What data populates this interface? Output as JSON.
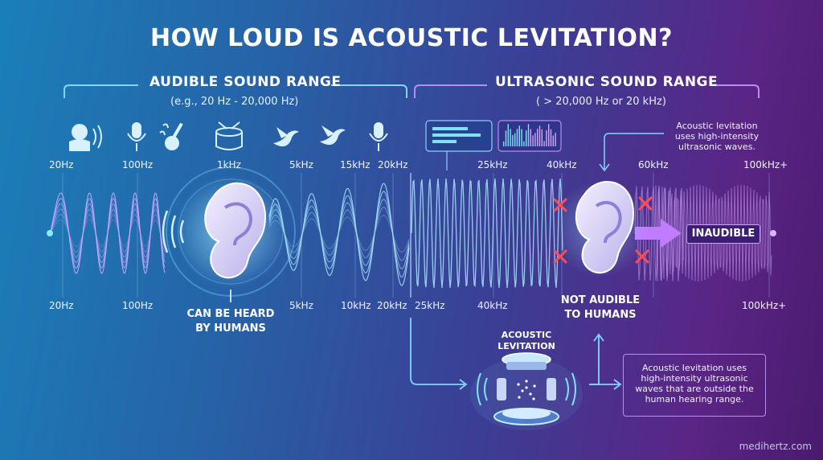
{
  "title": "HOW LOUD IS ACOUSTIC LEVITATION?",
  "audible": {
    "heading": "AUDIBLE SOUND RANGE",
    "subheading": "(e.g., 20 Hz - 20,000 Hz)",
    "top_ticks": [
      "20Hz",
      "100Hz",
      "1kHz",
      "5kHz",
      "15kHz",
      "20kHz"
    ],
    "bottom_ticks": [
      "20Hz",
      "100Hz",
      "5kHz",
      "10kHz",
      "20kHz"
    ],
    "caption": [
      "CAN BE HEARD",
      "BY HUMANS"
    ]
  },
  "ultrasonic": {
    "heading": "ULTRASONIC SOUND RANGE",
    "subheading": "( > 20,000 Hz or 20 kHz)",
    "top_ticks": [
      "25kHz",
      "40kHz",
      "60kHz",
      "100kHz+"
    ],
    "bottom_ticks": [
      "25kHz",
      "40kHz",
      "100kHz+"
    ],
    "caption": [
      "NOT AUDIBLE",
      "TO HUMANS"
    ],
    "inaudible_label": "INAUDIBLE",
    "note": [
      "Acoustic levitation",
      "uses high-intensity",
      "ultrasonic waves."
    ]
  },
  "levitation": {
    "label": [
      "ACOUSTIC",
      "LEVITATION"
    ],
    "note": [
      "Acoustic levitation uses",
      "high-intensity ultrasonic",
      "waves that are outside the",
      "human hearing range."
    ]
  },
  "watermark": "medihertz.com",
  "icons": [
    "speaking-person-icon",
    "microphone-icon",
    "guitar-icon",
    "drum-icon",
    "bird-icon",
    "bird-icon",
    "microphone-icon",
    "ear-icon",
    "ear-icon",
    "bar-panel-icon",
    "spectrum-panel-icon",
    "cross-icon",
    "levitator-icon"
  ],
  "colors": {
    "cyan": "#6fdcff",
    "violet": "#c28cff",
    "red": "#ff4d5a"
  }
}
